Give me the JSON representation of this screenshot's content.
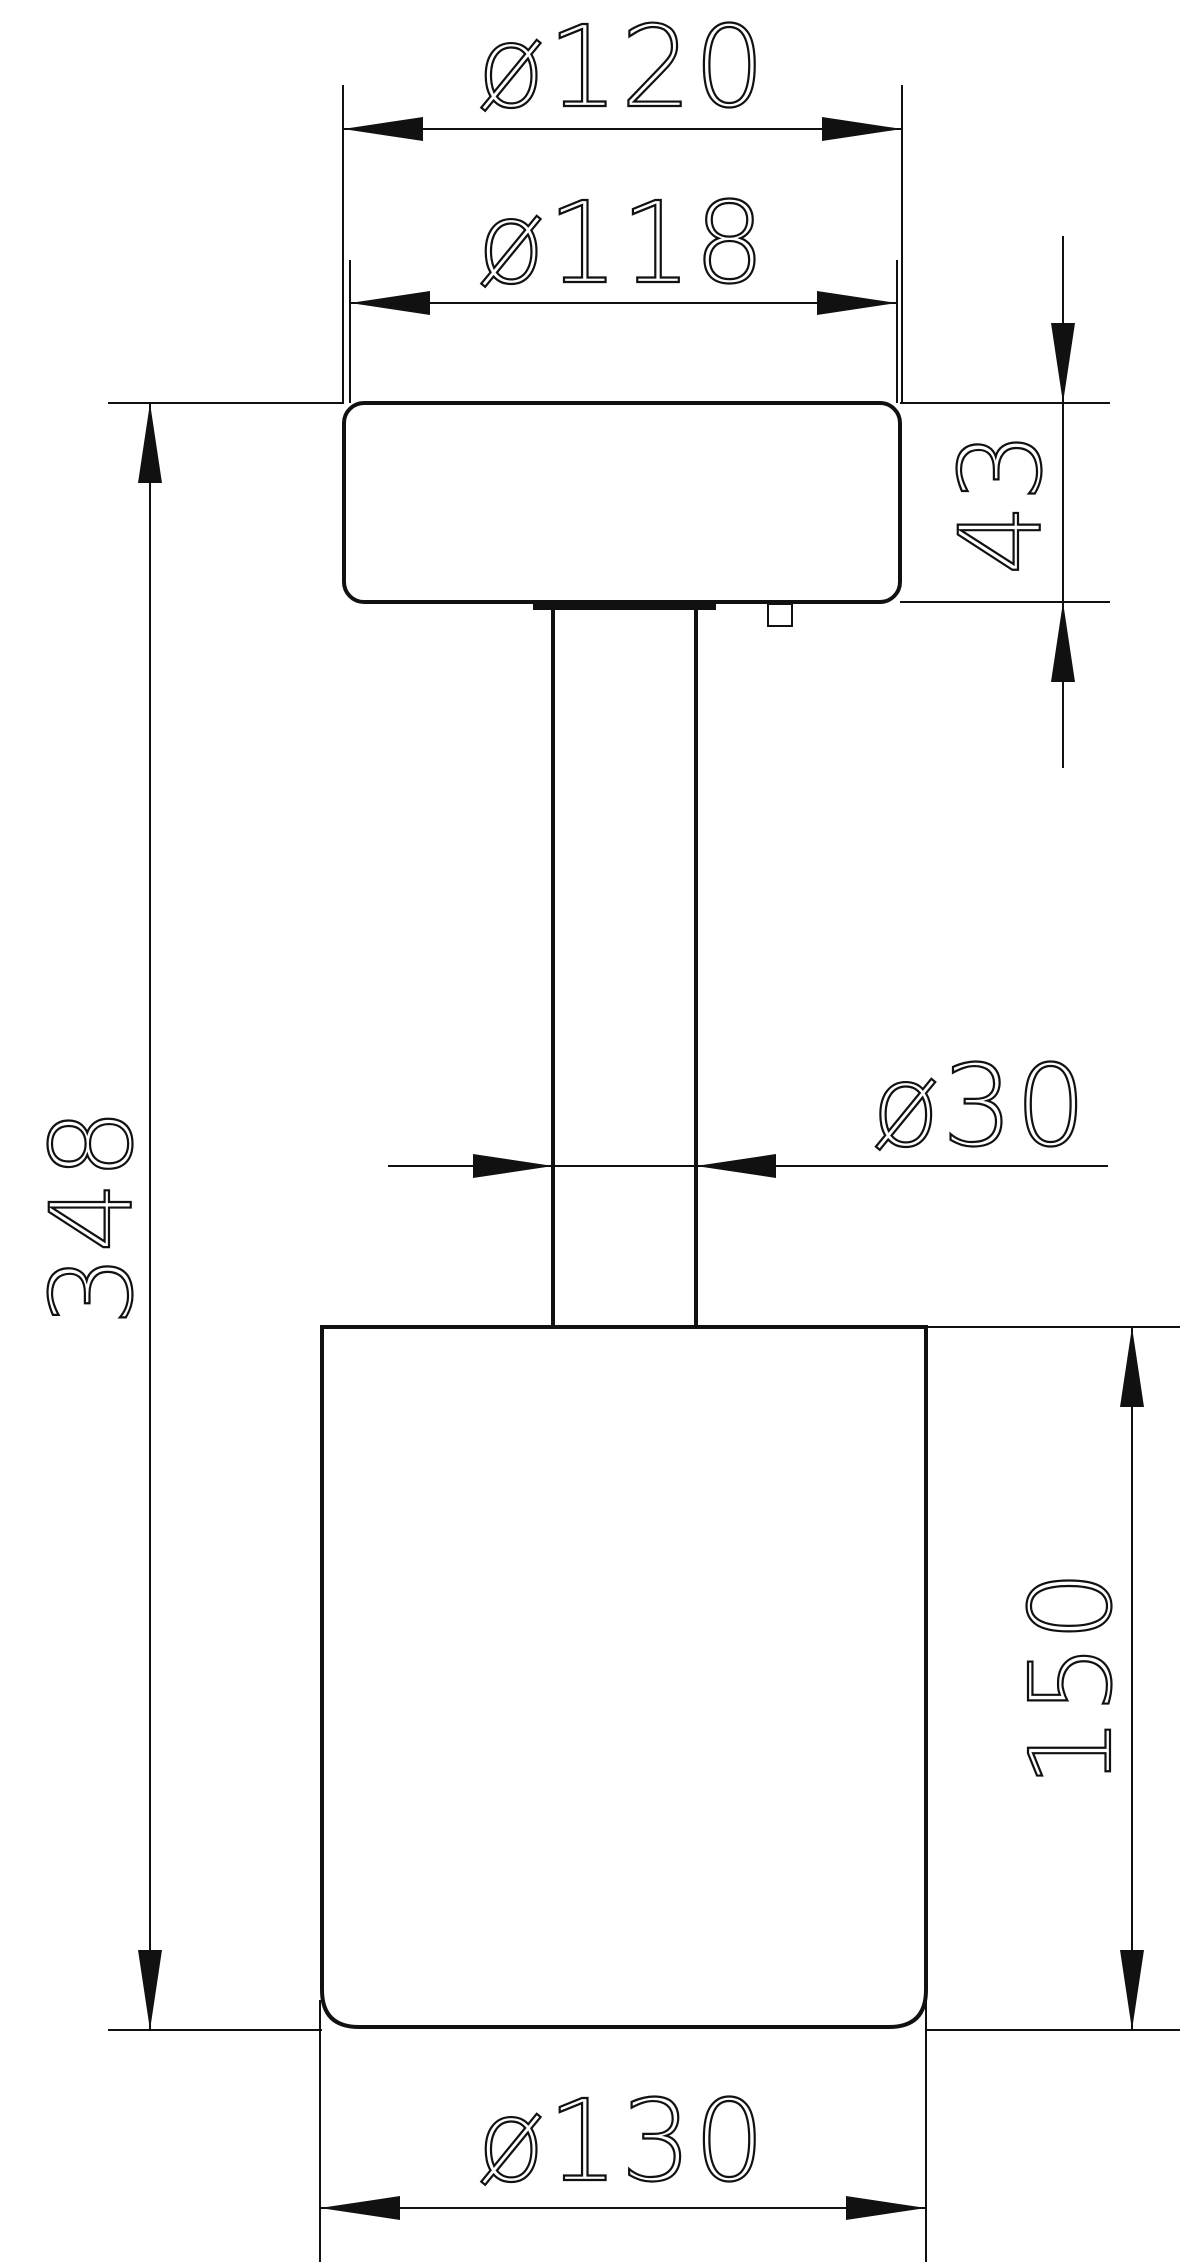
{
  "dimensions": {
    "canopy_outer_diameter": "ø120",
    "canopy_inner_diameter": "ø118",
    "canopy_height": "43",
    "total_height": "348",
    "stem_diameter": "ø30",
    "shade_height": "150",
    "shade_diameter": "ø130"
  },
  "colors": {
    "line": "#111111",
    "background": "#ffffff"
  }
}
